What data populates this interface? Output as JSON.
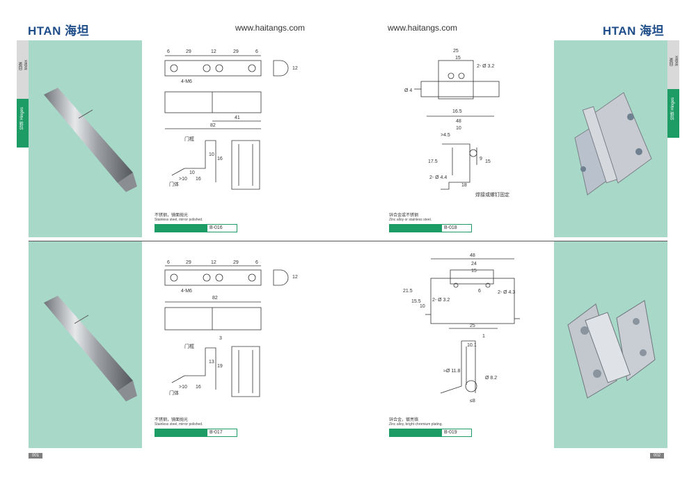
{
  "header": {
    "logo_left": "HTAN 海坦",
    "logo_right": "HTAN 海坦",
    "url_left": "www.haitangs.com",
    "url_right": "www.haitangs.com"
  },
  "tabs": {
    "index_cn": "目录",
    "index_en": "Index",
    "hinges_label": "铰链 Hinges"
  },
  "products": [
    {
      "code": "B-016",
      "material_cn": "不锈钢，镜面抛光",
      "material_en": "Stainless steel, mirror polished.",
      "dims": [
        "6",
        "29",
        "12",
        "29",
        "6",
        "12",
        "4-M6",
        "41",
        "82",
        "门框",
        "门体",
        "10",
        "16",
        ">10",
        "16",
        "10"
      ]
    },
    {
      "code": "B-018",
      "material_cn": "锌合金或不锈钢",
      "material_en": "Zinc alloy or stainless steel.",
      "dims": [
        "25",
        "15",
        "2- Ø 3.2",
        "Ø 4",
        "16.5",
        "48",
        "10",
        ">4.5",
        "17.5",
        "2- Ø 4.4",
        "9",
        "15",
        "18",
        "焊接或螺钉固定"
      ]
    },
    {
      "code": "B-017",
      "material_cn": "不锈钢，镜面抛光",
      "material_en": "Stainless steel, mirror polished.",
      "dims": [
        "6",
        "29",
        "12",
        "29",
        "6",
        "12",
        "4-M6",
        "82",
        "3",
        "门框",
        "门体",
        "13",
        "19",
        ">10",
        "16"
      ]
    },
    {
      "code": "B-019",
      "material_cn": "锌合金，镀亮铬",
      "material_en": "Zinc alloy, bright chromium plating.",
      "dims": [
        "48",
        "24",
        "15",
        "2- Ø 4.3",
        "2- Ø 3.2",
        "21.5",
        "15.5",
        "10",
        "6",
        "25",
        "1",
        "10.1",
        "≈Ø 11.8",
        "Ø 8.2",
        "≤8"
      ]
    }
  ],
  "footer": {
    "page_left": "001",
    "page_right": "002"
  }
}
